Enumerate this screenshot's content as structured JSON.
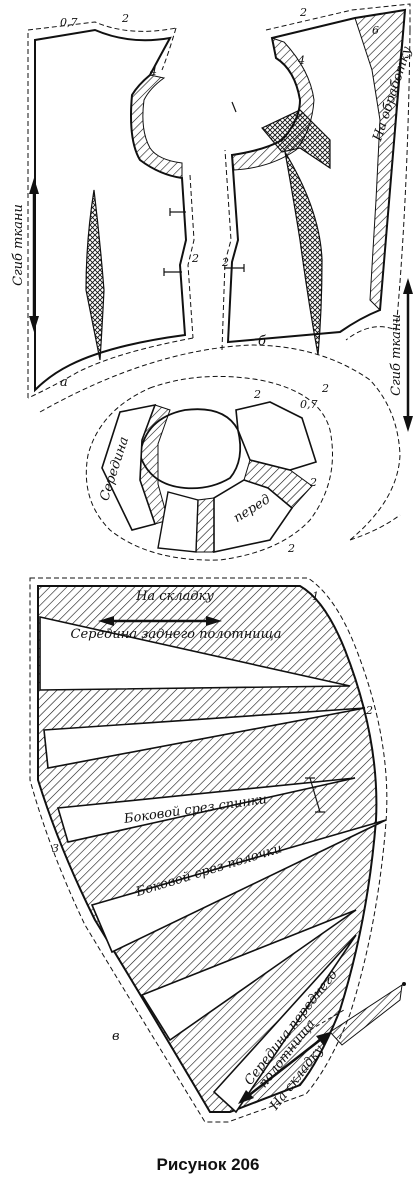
{
  "figure": {
    "caption": "Рисунок 206",
    "part_letters": {
      "a": "а",
      "b": "б",
      "v": "в"
    },
    "labels": {
      "fold_back": "Сгиб ткани",
      "fold_front": "Сгиб ткани",
      "facing": "На обработку",
      "seredina": "Середина",
      "pered": "перед",
      "na_skladku_top": "На складку",
      "center_back_panel": "Середина заднего полотнища",
      "side_back": "Боковой срез спинки",
      "side_front": "Боковой срез полочки",
      "center_front_1": "Середина переднего",
      "center_front_2": "полотнища",
      "na_skladku_bottom": "На складку"
    },
    "allowances": {
      "a": "0,7",
      "b": "2",
      "c": "4",
      "d": "6",
      "e": "1",
      "f": "3"
    }
  },
  "colors": {
    "ink": "#111111",
    "paper": "#ffffff"
  }
}
